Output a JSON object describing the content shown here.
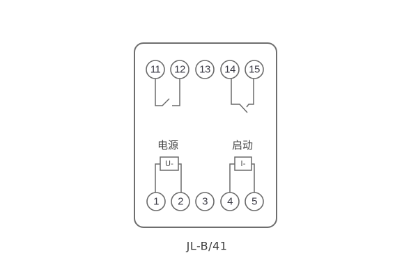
{
  "diagram": {
    "model": "JL-B/41",
    "top_terminals": [
      {
        "label": "11"
      },
      {
        "label": "12"
      },
      {
        "label": "13"
      },
      {
        "label": "14"
      },
      {
        "label": "15"
      }
    ],
    "bottom_terminals": [
      {
        "label": "1"
      },
      {
        "label": "2"
      },
      {
        "label": "3"
      },
      {
        "label": "4"
      },
      {
        "label": "5"
      }
    ],
    "contacts": {
      "normally_closed": {
        "from": "11",
        "to": "12"
      },
      "normally_open": {
        "from": "14",
        "to": "15"
      }
    },
    "coils": {
      "power": {
        "label": "电源",
        "symbol": "U-",
        "terminals": [
          "1",
          "2"
        ]
      },
      "start": {
        "label": "启动",
        "symbol": "I-",
        "terminals": [
          "4",
          "5"
        ]
      }
    },
    "colors": {
      "line": "#6a6a6a",
      "text": "#3a3a44",
      "background": "#ffffff"
    }
  }
}
